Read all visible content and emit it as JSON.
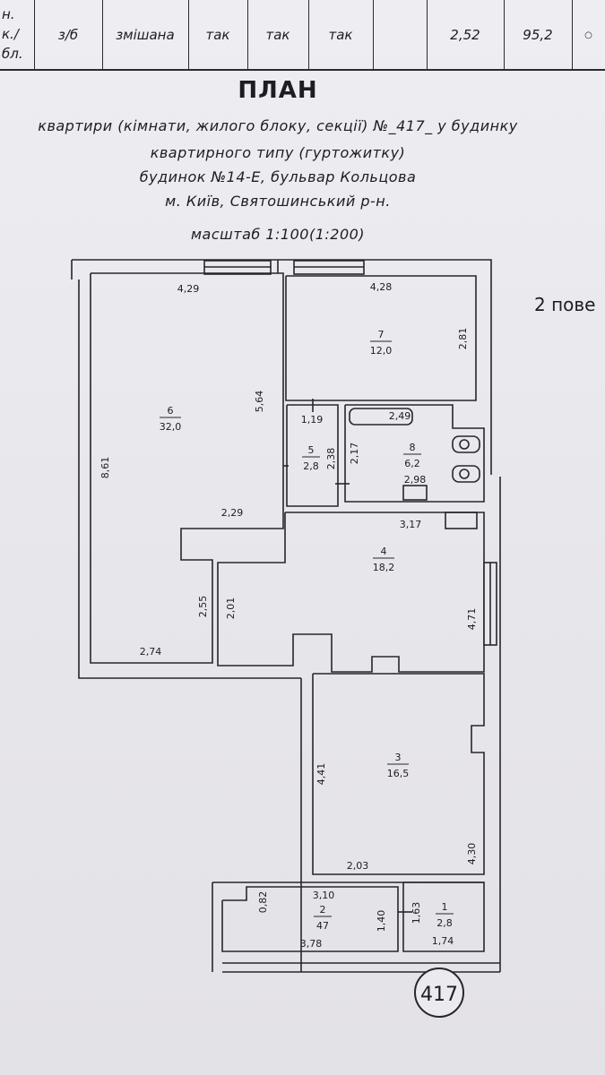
{
  "table": {
    "col0": [
      "н.",
      "к./",
      "бл."
    ],
    "col1": "з/б",
    "col2": "змішана",
    "col3": "так",
    "col4": "так",
    "col5": "так",
    "col7": "2,52",
    "col8": "95,2"
  },
  "header": {
    "title": "ПЛАН",
    "line1": "квартири (кімнати, жилого блоку, секції) №_417_ у будинку",
    "line2": "квартирного типу (гуртожитку)",
    "line3": "будинок №14-Е, бульвар Кольцова",
    "line4": "м. Київ, Святошинський р-н.",
    "scale": "масштаб 1:100(1:200)",
    "floor": "2 пове"
  },
  "rooms": [
    {
      "num": "6",
      "area": "32,0"
    },
    {
      "num": "7",
      "area": "12,0"
    },
    {
      "num": "5",
      "area": "2,8"
    },
    {
      "num": "8",
      "area": "6,2"
    },
    {
      "num": "4",
      "area": "18,2"
    },
    {
      "num": "3",
      "area": "16,5"
    },
    {
      "num": "2",
      "area": "47"
    },
    {
      "num": "1",
      "area": "2,8"
    }
  ],
  "dims": {
    "d429": "4,29",
    "d428": "4,28",
    "d281": "2,81",
    "d564": "5,64",
    "d861": "8,61",
    "d229": "2,29",
    "d119": "1,19",
    "d238": "2,38",
    "d217": "2,17",
    "d249": "2,49",
    "d298": "2,98",
    "d317": "3,17",
    "d255": "2,55",
    "d201": "2,01",
    "d471": "4,71",
    "d274": "2,74",
    "d441": "4,41",
    "d203": "2,03",
    "d430": "4,30",
    "d082": "0,82",
    "d310": "3,10",
    "d140": "1,40",
    "d163": "1,63",
    "d378": "3,78",
    "d174": "1,74"
  },
  "apartment_badge": "417"
}
